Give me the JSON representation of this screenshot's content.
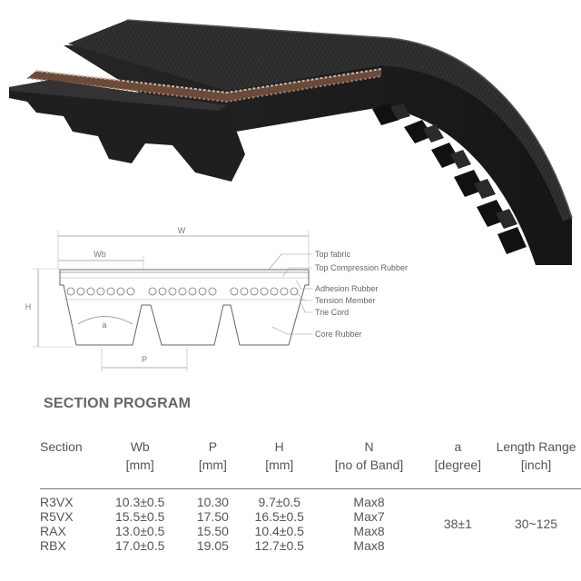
{
  "diagram": {
    "dim_labels": {
      "width": "W",
      "section_width": "Wb",
      "height": "H",
      "pitch": "P",
      "angle": "a"
    },
    "callouts": [
      "Top fabric",
      "Top Compression Rubber",
      "Adhesion Rubber",
      "Tension Member",
      "Trie Cord",
      "Core Rubber"
    ]
  },
  "section_program": {
    "title": "SECTION PROGRAM",
    "columns": [
      {
        "name": "Section",
        "unit": ""
      },
      {
        "name": "Wb",
        "unit": "[mm]"
      },
      {
        "name": "P",
        "unit": "[mm]"
      },
      {
        "name": "H",
        "unit": "[mm]"
      },
      {
        "name": "N",
        "unit": "[no of Band]"
      },
      {
        "name": "a",
        "unit": "[degree]"
      },
      {
        "name": "Length Range",
        "unit": "[inch]"
      }
    ],
    "rows": [
      {
        "section": "R3VX",
        "wb": "10.3±0.5",
        "p": "10.30",
        "h": "9.7±0.5",
        "n": "Max8"
      },
      {
        "section": "R5VX",
        "wb": "15.5±0.5",
        "p": "17.50",
        "h": "16.5±0.5",
        "n": "Max7"
      },
      {
        "section": "RAX",
        "wb": "13.0±0.5",
        "p": "15.50",
        "h": "10.4±0.5",
        "n": "Max8"
      },
      {
        "section": "RBX",
        "wb": "17.0±0.5",
        "p": "19.05",
        "h": "12.7±0.5",
        "n": "Max8"
      }
    ],
    "shared": {
      "angle": "38±1",
      "length_range": "30~125"
    }
  }
}
